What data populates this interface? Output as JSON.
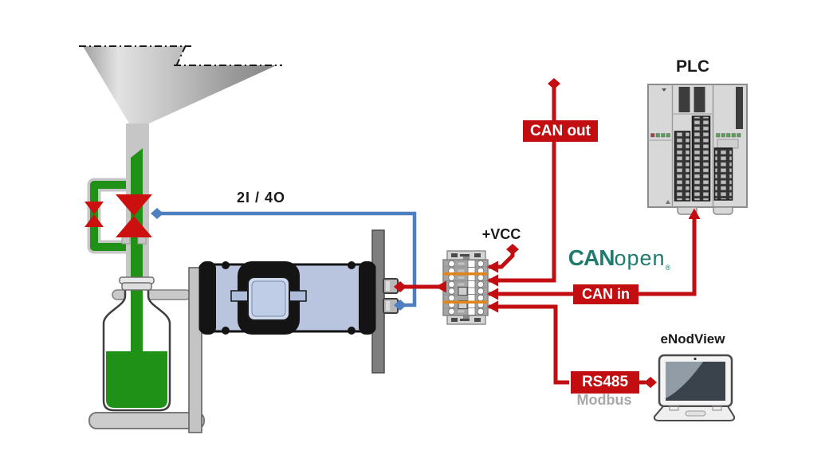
{
  "diagram": {
    "labels": {
      "io": "2I / 4O",
      "vcc": "+VCC",
      "can_out": "CAN out",
      "can_in": "CAN in",
      "rs485": "RS485",
      "modbus": "Modbus",
      "plc": "PLC",
      "enodview": "eNodView"
    },
    "logo": {
      "bold": "CAN",
      "light": "open",
      "reg": "®"
    },
    "colors": {
      "red": "#c20e11",
      "valve_red": "#cc0f0f",
      "green": "#1f9117",
      "blue": "#4e7fc1",
      "teal": "#1f7b6e",
      "load_cell": "#b9c5de",
      "pipe_gray": "#c6c6c6",
      "orange": "#e0851c",
      "modbus_gray": "#a9a9a9"
    }
  }
}
